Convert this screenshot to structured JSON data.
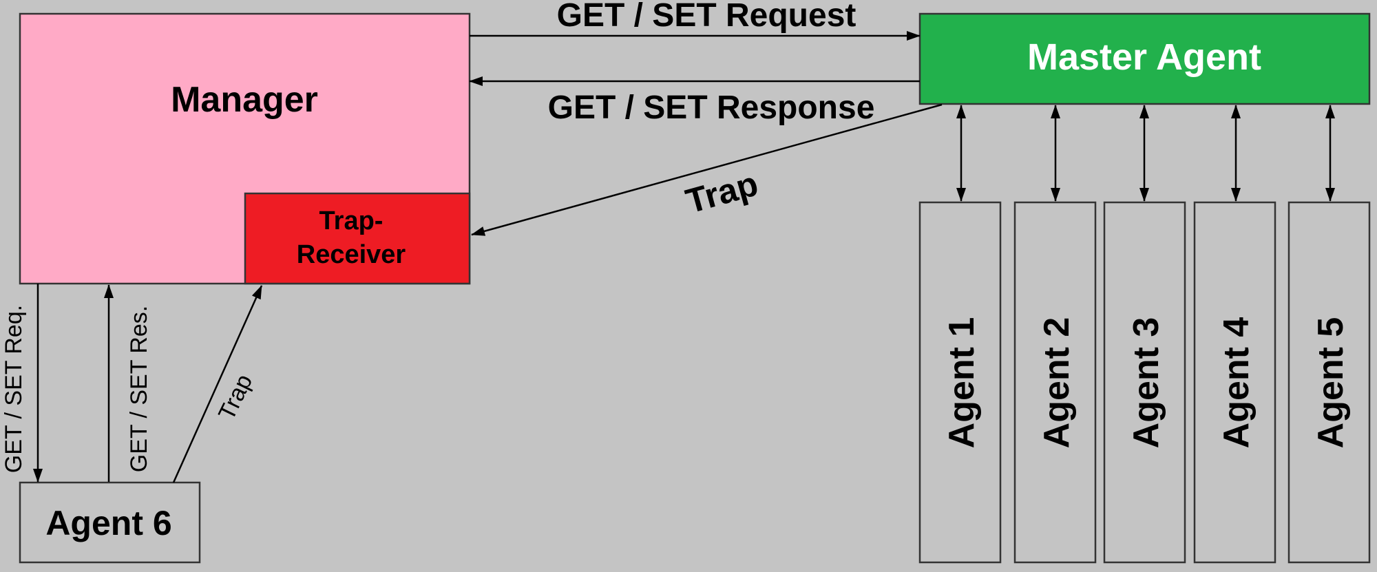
{
  "colors": {
    "background": "#c4c4c4",
    "manager": "#ffaac6",
    "trap_receiver": "#ee1c24",
    "master_agent": "#22b14c",
    "agent_box": "#c4c4c4"
  },
  "nodes": {
    "manager": "Manager",
    "trap_receiver_line1": "Trap-",
    "trap_receiver_line2": "Receiver",
    "master_agent": "Master Agent",
    "agents": [
      "Agent 1",
      "Agent 2",
      "Agent 3",
      "Agent 4",
      "Agent 5"
    ],
    "agent6": "Agent 6"
  },
  "edges": {
    "get_set_request": "GET / SET Request",
    "get_set_response": "GET / SET Response",
    "trap_master": "Trap",
    "get_set_req_short": "GET / SET Req.",
    "get_set_res_short": "GET / SET Res.",
    "trap_agent6": "Trap"
  }
}
